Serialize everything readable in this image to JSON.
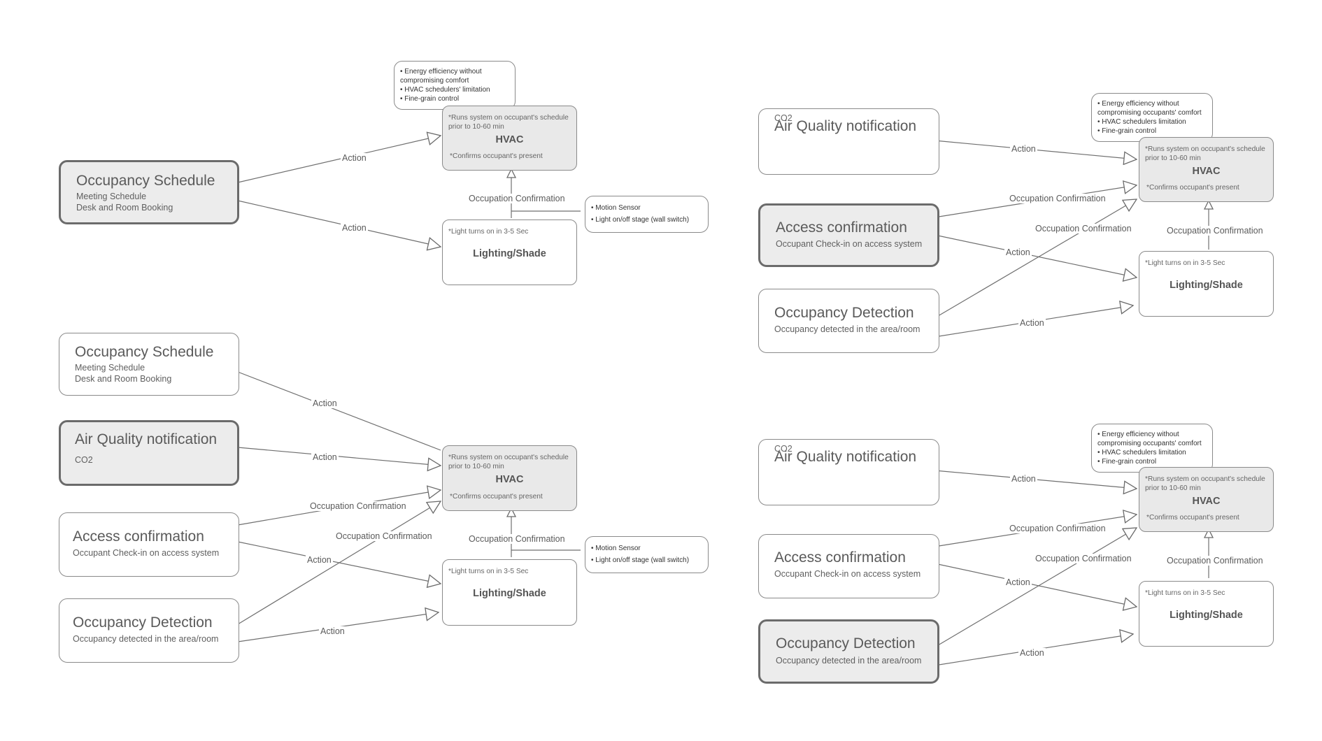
{
  "labels": {
    "action": "Action",
    "occupation_confirmation": "Occupation Confirmation"
  },
  "sources": {
    "occupancy_schedule": {
      "title": "Occupancy Schedule",
      "line1": "Meeting Schedule",
      "line2": "Desk and Room Booking"
    },
    "air_quality": {
      "title": "Air Quality notification",
      "tag": "CO2"
    },
    "access_confirmation": {
      "title": "Access confirmation",
      "sub": "Occupant Check-in on access system"
    },
    "occupancy_detection": {
      "title": "Occupancy Detection",
      "sub": "Occupancy detected in the area/room"
    }
  },
  "hvac": {
    "title": "HVAC",
    "note_top": "*Runs system on occupant's schedule prior to 10-60 min",
    "note_bottom": "*Confirms occupant's present"
  },
  "lighting": {
    "title": "Lighting/Shade",
    "note_top": "*Light turns on in 3-5 Sec"
  },
  "benefits_a": [
    "• Energy efficiency without",
    "   compromising comfort",
    "• HVAC schedulers' limitation",
    "• Fine-grain control"
  ],
  "benefits_b": [
    "• Energy efficiency without",
    "compromising occupants' comfort",
    "• HVAC schedulers limitation",
    "• Fine-grain control"
  ],
  "sensor": [
    "• Motion Sensor",
    "• Light on/off stage (wall switch)"
  ]
}
